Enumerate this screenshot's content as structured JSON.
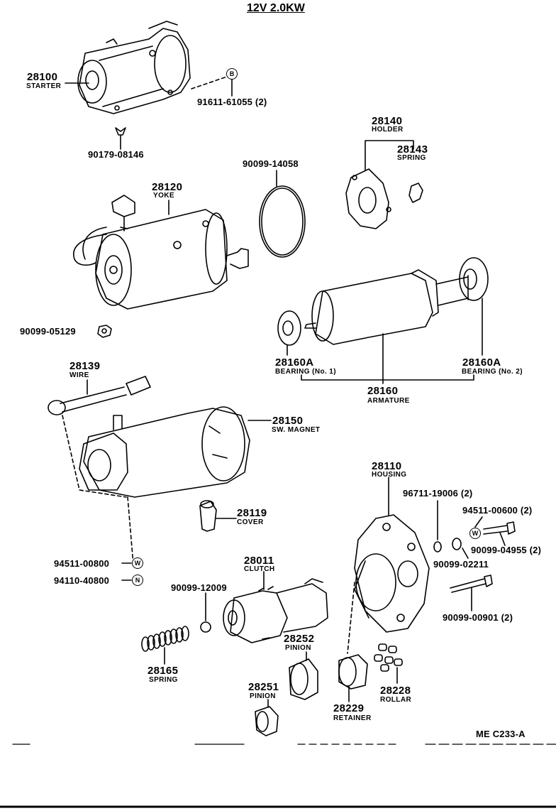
{
  "title": "12V 2.0KW",
  "footer_code": "ME  C233-A",
  "parts": {
    "starter": {
      "num": "28100",
      "name": "STARTER"
    },
    "bolt_b": {
      "pn": "91611-61055 (2)"
    },
    "cap": {
      "pn": "90179-08146"
    },
    "holder": {
      "num": "28140",
      "name": "HOLDER"
    },
    "spring_h": {
      "num": "28143",
      "name": "SPRING"
    },
    "oring": {
      "pn": "90099-14058"
    },
    "yoke": {
      "num": "28120",
      "name": "YOKE"
    },
    "nut": {
      "pn": "90099-05129"
    },
    "bearing1": {
      "num": "28160A",
      "name": "BEARING (No. 1)"
    },
    "bearing2": {
      "num": "28160A",
      "name": "BEARING (No. 2)"
    },
    "armature": {
      "num": "28160",
      "name": "ARMATURE"
    },
    "wire": {
      "num": "28139",
      "name": "WIRE"
    },
    "magnet": {
      "num": "28150",
      "name": "SW. MAGNET"
    },
    "housing": {
      "num": "28110",
      "name": "HOUSING"
    },
    "hw1": {
      "pn": "96711-19006 (2)"
    },
    "hw2": {
      "pn": "94511-00600 (2)"
    },
    "hw3": {
      "pn": "90099-04955 (2)"
    },
    "hw4": {
      "pn": "90099-02211"
    },
    "cover": {
      "num": "28119",
      "name": "COVER"
    },
    "washer_w": {
      "pn": "94511-00800"
    },
    "nut_n": {
      "pn": "94110-40800"
    },
    "clutch": {
      "num": "28011",
      "name": "CLUTCH"
    },
    "ball": {
      "pn": "90099-12009"
    },
    "bolt_long": {
      "pn": "90099-00901 (2)"
    },
    "spring": {
      "num": "28165",
      "name": "SPRING"
    },
    "pinion_a": {
      "num": "28252",
      "name": "PINION"
    },
    "pinion_b": {
      "num": "28251",
      "name": "PINION"
    },
    "retainer": {
      "num": "28229",
      "name": "RETAINER"
    },
    "rollar": {
      "num": "28228",
      "name": "ROLLAR"
    }
  },
  "markers": {
    "b": "B",
    "w": "W",
    "n": "N"
  }
}
